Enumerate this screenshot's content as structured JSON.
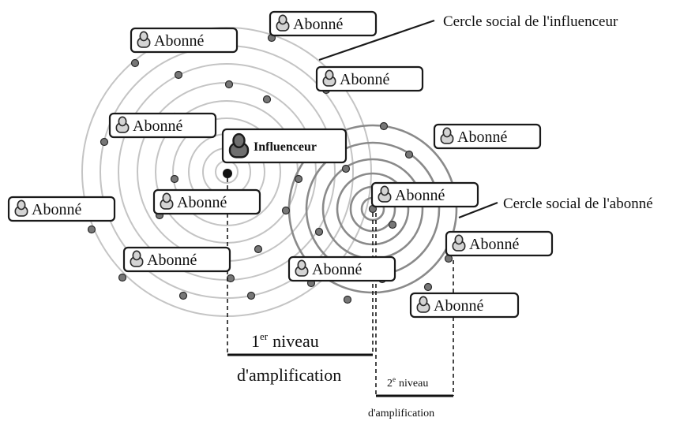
{
  "diagram": {
    "annotations": {
      "influencer_circle": "Cercle social de l'influenceur",
      "follower_circle": "Cercle social de l'abonné"
    },
    "nodes": {
      "influencer": "Influenceur",
      "follower": "Abonné"
    },
    "levels": {
      "first": {
        "num": "1",
        "sup": "er",
        "word": "niveau",
        "line2": "d'amplification"
      },
      "second": {
        "num": "2",
        "sup": "e",
        "word": "niveau",
        "line2": "d'amplification"
      }
    },
    "colors": {
      "influencer_rings": "#c4c4c4",
      "follower_rings": "#8a8a8a",
      "dot": "#777777",
      "dot_outline": "#2a2a2a",
      "box_border": "#1a1a1a"
    },
    "icons": {
      "person": "person-icon"
    }
  }
}
